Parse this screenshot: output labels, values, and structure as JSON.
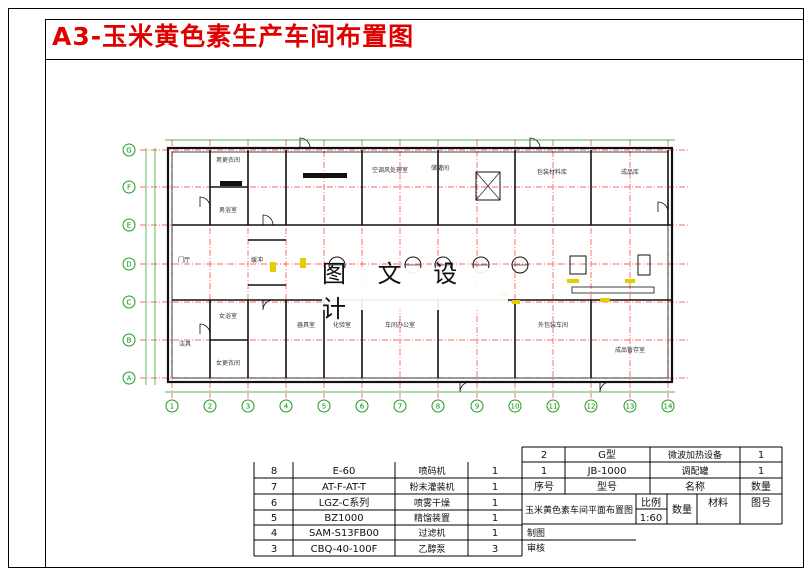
{
  "title": "A3-玉米黄色素生产车间布置图",
  "watermark": "图 文 设 计",
  "colors": {
    "frame": "#000000",
    "title": "#e00000",
    "wall": "#111111",
    "grid_line": "#ff3333",
    "axis": "#1a9e1a",
    "equipment": "#e6cc00",
    "dimension": "#1a9e1a"
  },
  "grid": {
    "rows": [
      "G",
      "F",
      "E",
      "D",
      "C",
      "B",
      "A"
    ],
    "columns": [
      "1",
      "2",
      "3",
      "4",
      "5",
      "6",
      "7",
      "8",
      "9",
      "10",
      "11",
      "12",
      "13",
      "14"
    ]
  },
  "rooms": [
    {
      "id": "r1",
      "label": "男更衣间"
    },
    {
      "id": "r2",
      "label": "男浴室"
    },
    {
      "id": "r3",
      "label": "空调风处理室"
    },
    {
      "id": "r4",
      "label": "储罐间"
    },
    {
      "id": "r5",
      "label": "包装材料库"
    },
    {
      "id": "r6",
      "label": "成品库"
    },
    {
      "id": "r7",
      "label": "女浴室"
    },
    {
      "id": "r8",
      "label": "女更衣间"
    },
    {
      "id": "r9",
      "label": "器具室"
    },
    {
      "id": "r10",
      "label": "化验室"
    },
    {
      "id": "r11",
      "label": "车间办公室"
    },
    {
      "id": "r12",
      "label": "外包装车间"
    },
    {
      "id": "r13",
      "label": "成品暂存室"
    },
    {
      "id": "r14",
      "label": "缓冲"
    },
    {
      "id": "r15",
      "label": "门厅"
    },
    {
      "id": "r16",
      "label": "洁具"
    }
  ],
  "title_block": {
    "parts_rows": [
      {
        "no": "8",
        "code": "E-60",
        "name": "喷码机",
        "qty": "1"
      },
      {
        "no": "7",
        "code": "AT-F-AT-T",
        "name": "粉末灌装机",
        "qty": "1"
      },
      {
        "no": "6",
        "code": "LGZ-C系列",
        "name": "喷雾干燥",
        "qty": "1"
      },
      {
        "no": "5",
        "code": "BZ1000",
        "name": "精馏装置",
        "qty": "1"
      },
      {
        "no": "4",
        "code": "SAM-S13FB00",
        "name": "过滤机",
        "qty": "1"
      },
      {
        "no": "3",
        "code": "CBQ-40-100F",
        "name": "乙醇泵",
        "qty": "3"
      }
    ],
    "upper_rows": [
      {
        "no": "2",
        "code": "G型",
        "name": "微波加热设备",
        "qty": "1"
      },
      {
        "no": "1",
        "code": "JB-1000",
        "name": "调配罐",
        "qty": "1"
      }
    ],
    "header": {
      "no": "序号",
      "code": "型号",
      "name": "名称",
      "qty": "数量"
    },
    "drawing_name": "玉米黄色素车间平面布置图",
    "scale_label": "比例",
    "scale_value": "1:60",
    "count_label": "数量",
    "material_label": "材料",
    "drawing_no_label": "图号",
    "drawn_by_label": "制图",
    "checked_by_label": "审核"
  }
}
